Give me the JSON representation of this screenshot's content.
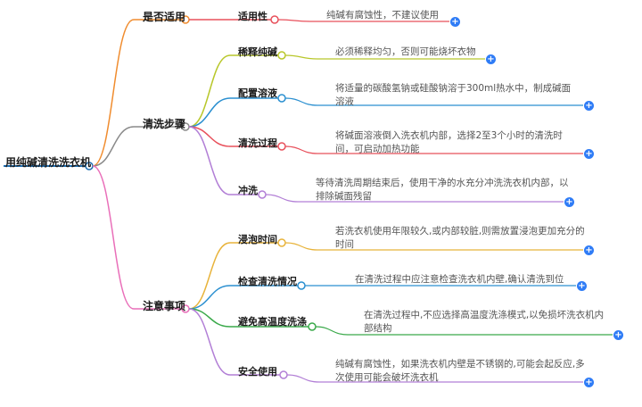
{
  "root": "用纯碱清洗洗衣机",
  "branches": [
    {
      "label": "是否适用",
      "color": "#f08c2e",
      "children": [
        {
          "label": "适用性",
          "color": "#e8505b",
          "leaf": "纯碱有腐蚀性，不建议使用"
        }
      ]
    },
    {
      "label": "清洗步骤",
      "color": "#8a8a8a",
      "children": [
        {
          "label": "稀释纯碱",
          "color": "#b8c72a",
          "leaf": "必须稀释均匀，否则可能烧坏衣物"
        },
        {
          "label": "配置溶液",
          "color": "#2a8fd0",
          "leaf": "将适量的碳酸氢钠或硅酸钠溶于300ml热水中，制成碱面溶液"
        },
        {
          "label": "清洗过程",
          "color": "#e8505b",
          "leaf": "将碱面溶液倒入洗衣机内部，选择2至3个小时的清洗时间，可启动加热功能"
        },
        {
          "label": "冲洗",
          "color": "#b27fd6",
          "leaf": "等待清洗周期结束后，使用干净的水充分冲洗洗衣机内部，以排除碱面残留"
        }
      ]
    },
    {
      "label": "注意事项",
      "color": "#e96fb9",
      "children": [
        {
          "label": "浸泡时间",
          "color": "#e8b33a",
          "leaf": "若洗衣机使用年限较久,或内部较脏,则需放置浸泡更加充分的时间"
        },
        {
          "label": "检查清洗情况",
          "color": "#2a8fd0",
          "leaf": "在清洗过程中应注意检查洗衣机内壁,确认清洗到位"
        },
        {
          "label": "避免高温度洗涤",
          "color": "#3aa94a",
          "leaf": "在清洗过程中,不应选择高温度洗涤模式,以免损坏洗衣机内部结构"
        },
        {
          "label": "安全使用",
          "color": "#b27fd6",
          "leaf": "纯碱有腐蚀性，如果洗衣机内壁是不锈钢的,可能会起反应,多次使用可能会破坏洗衣机"
        }
      ]
    }
  ],
  "expand_icon": "plus-icon",
  "expand_symbol": "+"
}
